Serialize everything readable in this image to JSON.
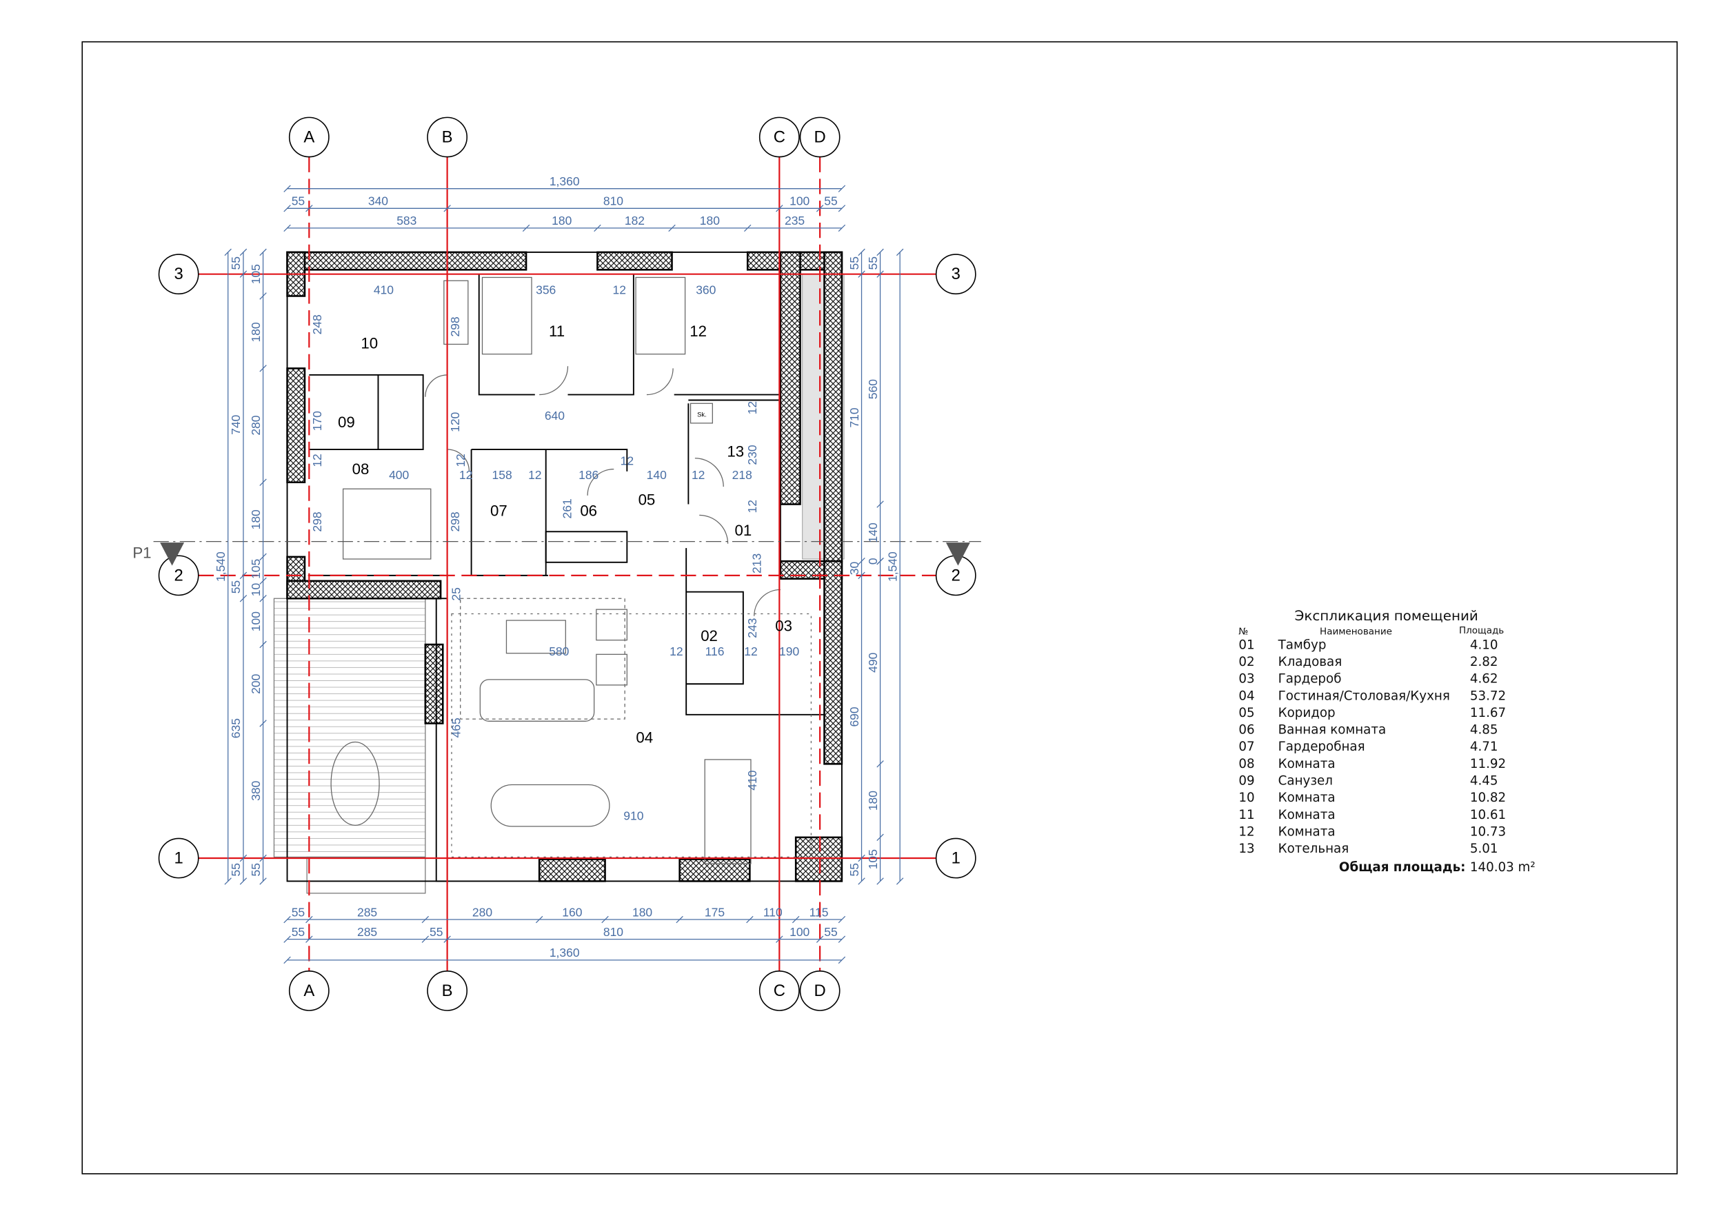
{
  "axes": {
    "columns": [
      "A",
      "B",
      "C",
      "D"
    ],
    "rows": [
      "3",
      "2",
      "1"
    ]
  },
  "section_mark": "P1",
  "dimensions": {
    "top_overall": "1,360",
    "top_axes": [
      "55",
      "340",
      "810",
      "100",
      "55"
    ],
    "top_openings": [
      "583",
      "180",
      "182",
      "180",
      "235"
    ],
    "bottom_openings": [
      "55",
      "285",
      "280",
      "160",
      "180",
      "175",
      "110",
      "115"
    ],
    "bottom_axes": [
      "55",
      "285",
      "55",
      "810",
      "100",
      "55"
    ],
    "bottom_overall": "1,360",
    "left_overall": "1,540",
    "left_axes": [
      "55",
      "740",
      "55",
      "635",
      "55"
    ],
    "left_openings": [
      "105",
      "180",
      "280",
      "180",
      "105",
      "10",
      "100",
      "200",
      "380",
      "55"
    ],
    "right_axes": [
      "55",
      "710",
      "30",
      "690",
      "55"
    ],
    "right_openings": [
      "55",
      "560",
      "140",
      "0",
      "490",
      "180",
      "105"
    ],
    "right_overall": "1,540",
    "interior": [
      "410",
      "356",
      "12",
      "360",
      "248",
      "298",
      "298",
      "12",
      "170",
      "120",
      "640",
      "12",
      "400",
      "12",
      "158",
      "12",
      "186",
      "12",
      "140",
      "12",
      "218",
      "230",
      "12",
      "298",
      "261",
      "213",
      "12",
      "243",
      "580",
      "12",
      "116",
      "12",
      "190",
      "25",
      "465",
      "410",
      "910"
    ]
  },
  "rooms_on_plan": [
    "01",
    "02",
    "03",
    "04",
    "05",
    "06",
    "07",
    "08",
    "09",
    "10",
    "11",
    "12",
    "13"
  ],
  "furniture_labels": {
    "boiler": "Sk."
  },
  "explication": {
    "title": "Экспликация помещений",
    "col_no": "№",
    "col_name": "Наименование",
    "col_area": "Площадь",
    "rows": [
      {
        "no": "01",
        "name": "Тамбур",
        "area": "4.10"
      },
      {
        "no": "02",
        "name": "Кладовая",
        "area": "2.82"
      },
      {
        "no": "03",
        "name": "Гардероб",
        "area": "4.62"
      },
      {
        "no": "04",
        "name": "Гостиная/Столовая/Кухня",
        "area": "53.72"
      },
      {
        "no": "05",
        "name": "Коридор",
        "area": "11.67"
      },
      {
        "no": "06",
        "name": "Ванная комната",
        "area": "4.85"
      },
      {
        "no": "07",
        "name": "Гардеробная",
        "area": "4.71"
      },
      {
        "no": "08",
        "name": "Комната",
        "area": "11.92"
      },
      {
        "no": "09",
        "name": "Санузел",
        "area": "4.45"
      },
      {
        "no": "10",
        "name": "Комната",
        "area": "10.82"
      },
      {
        "no": "11",
        "name": "Комната",
        "area": "10.61"
      },
      {
        "no": "12",
        "name": "Комната",
        "area": "10.73"
      },
      {
        "no": "13",
        "name": "Котельная",
        "area": "5.01"
      }
    ],
    "total_label": "Общая площадь:",
    "total_value": "140.03 m²"
  },
  "colors": {
    "axis": "#e0161b",
    "dimension": "#4a6fa5",
    "wall": "#000000"
  }
}
